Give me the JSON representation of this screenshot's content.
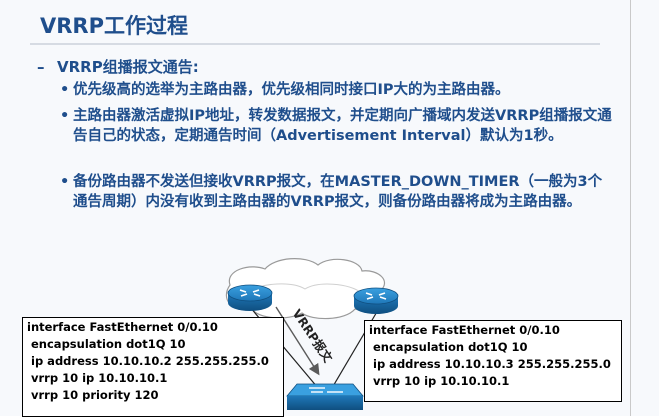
{
  "slide": {
    "title": "VRRP工作过程",
    "section": {
      "dash": "–",
      "heading": "VRRP组播报文通告:",
      "bullet_glyph": "•",
      "points": [
        "优先级高的选举为主路由器，优先级相同时接口IP大的为主路由器。",
        "主路由器激活虚拟IP地址，转发数据报文，并定期向广播域内发送VRRP组播报文通告自己的状态，定期通告时间（Advertisement Interval）默认为1秒。",
        "备份路由器不发送但接收VRRP报文，在MASTER_DOWN_TIMER（一般为3个通告周期）内没有收到主路由器的VRRP报文，则备份路由器将成为主路由器。"
      ]
    }
  },
  "diagram": {
    "arrow_label": "VRRP报文",
    "left_config": [
      "interface FastEthernet 0/0.10",
      " encapsulation dot1Q 10",
      " ip address 10.10.10.2 255.255.255.0",
      " vrrp 10 ip 10.10.10.1",
      " vrrp 10 priority 120"
    ],
    "right_config": [
      "interface FastEthernet 0/0.10",
      " encapsulation dot1Q 10",
      " ip address 10.10.10.3 255.255.255.0",
      " vrrp 10 ip 10.10.10.1"
    ],
    "icons": [
      "cloud-icon",
      "router-icon",
      "router-icon",
      "switch-icon"
    ],
    "colors": {
      "text": "#1f4e8c",
      "device": "#1f77b8",
      "device_light": "#3aa0e0"
    }
  }
}
